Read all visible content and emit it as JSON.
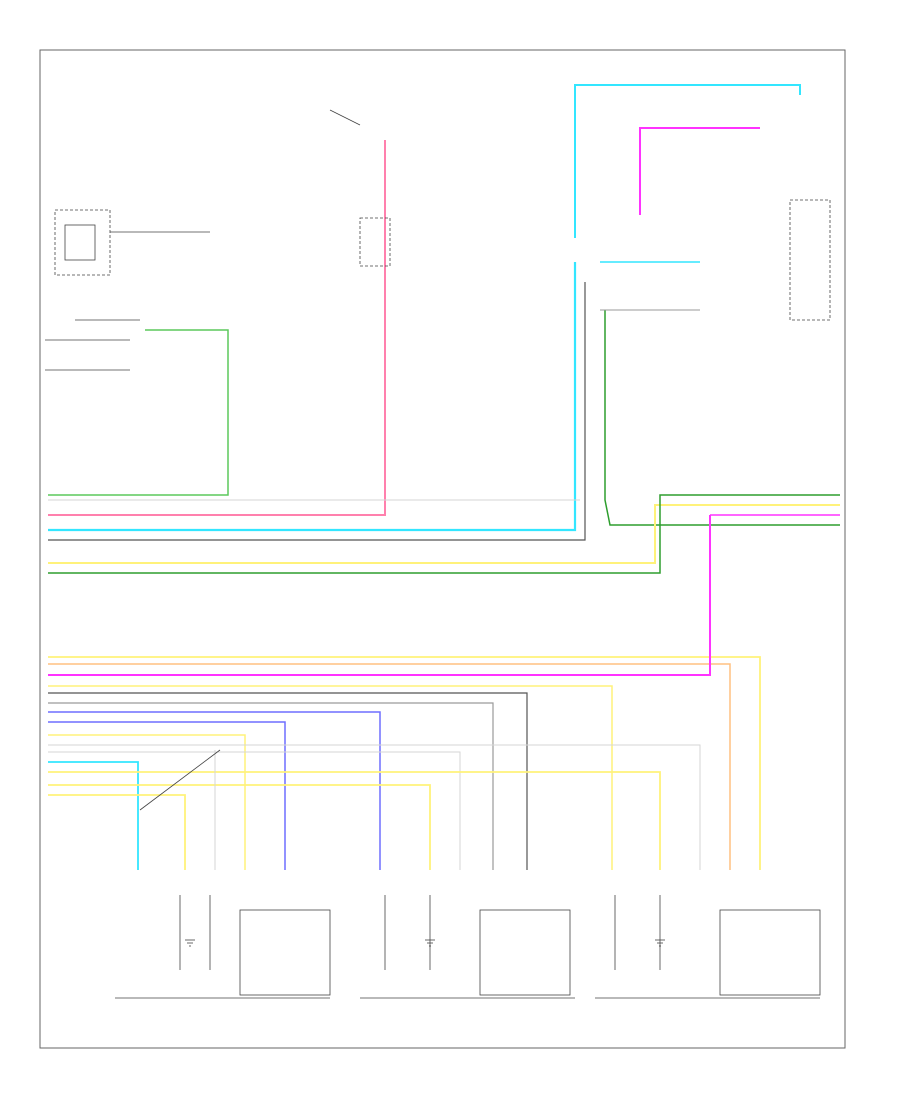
{
  "diagram": {
    "page_number": "",
    "labels": [
      {
        "id": "hot-in-start-run",
        "text": ""
      },
      {
        "id": "ignition-switch",
        "text": ""
      },
      {
        "id": "fuse",
        "text": ""
      },
      {
        "id": "instrument-panel-fuse-block",
        "text": ""
      },
      {
        "id": "compressor-relay-label",
        "text": ""
      },
      {
        "id": "compressor-clutch-label",
        "text": ""
      },
      {
        "id": "blower-resistor-label",
        "text": ""
      },
      {
        "id": "blower-control-module-label",
        "text": ""
      },
      {
        "id": "hvac-control-module-label",
        "text": ""
      },
      {
        "id": "driver-mode-actuator-label",
        "text": ""
      },
      {
        "id": "passenger-mode-actuator-label",
        "text": ""
      },
      {
        "id": "mode-actuator-label",
        "text": ""
      },
      {
        "id": "ground-label",
        "text": ""
      }
    ]
  },
  "colors": {
    "green": "#5cc85c",
    "lt_green": "#2e9e2e",
    "pink": "#ff80ad",
    "magenta": "#ff33ff",
    "cyan": "#33e6ff",
    "yellow": "#fff27a",
    "gray": "#9a9a9a",
    "dark_gray": "#555555",
    "blue": "#6f6fff",
    "light_gray": "#d6d6d6",
    "peach": "#ffc080"
  }
}
